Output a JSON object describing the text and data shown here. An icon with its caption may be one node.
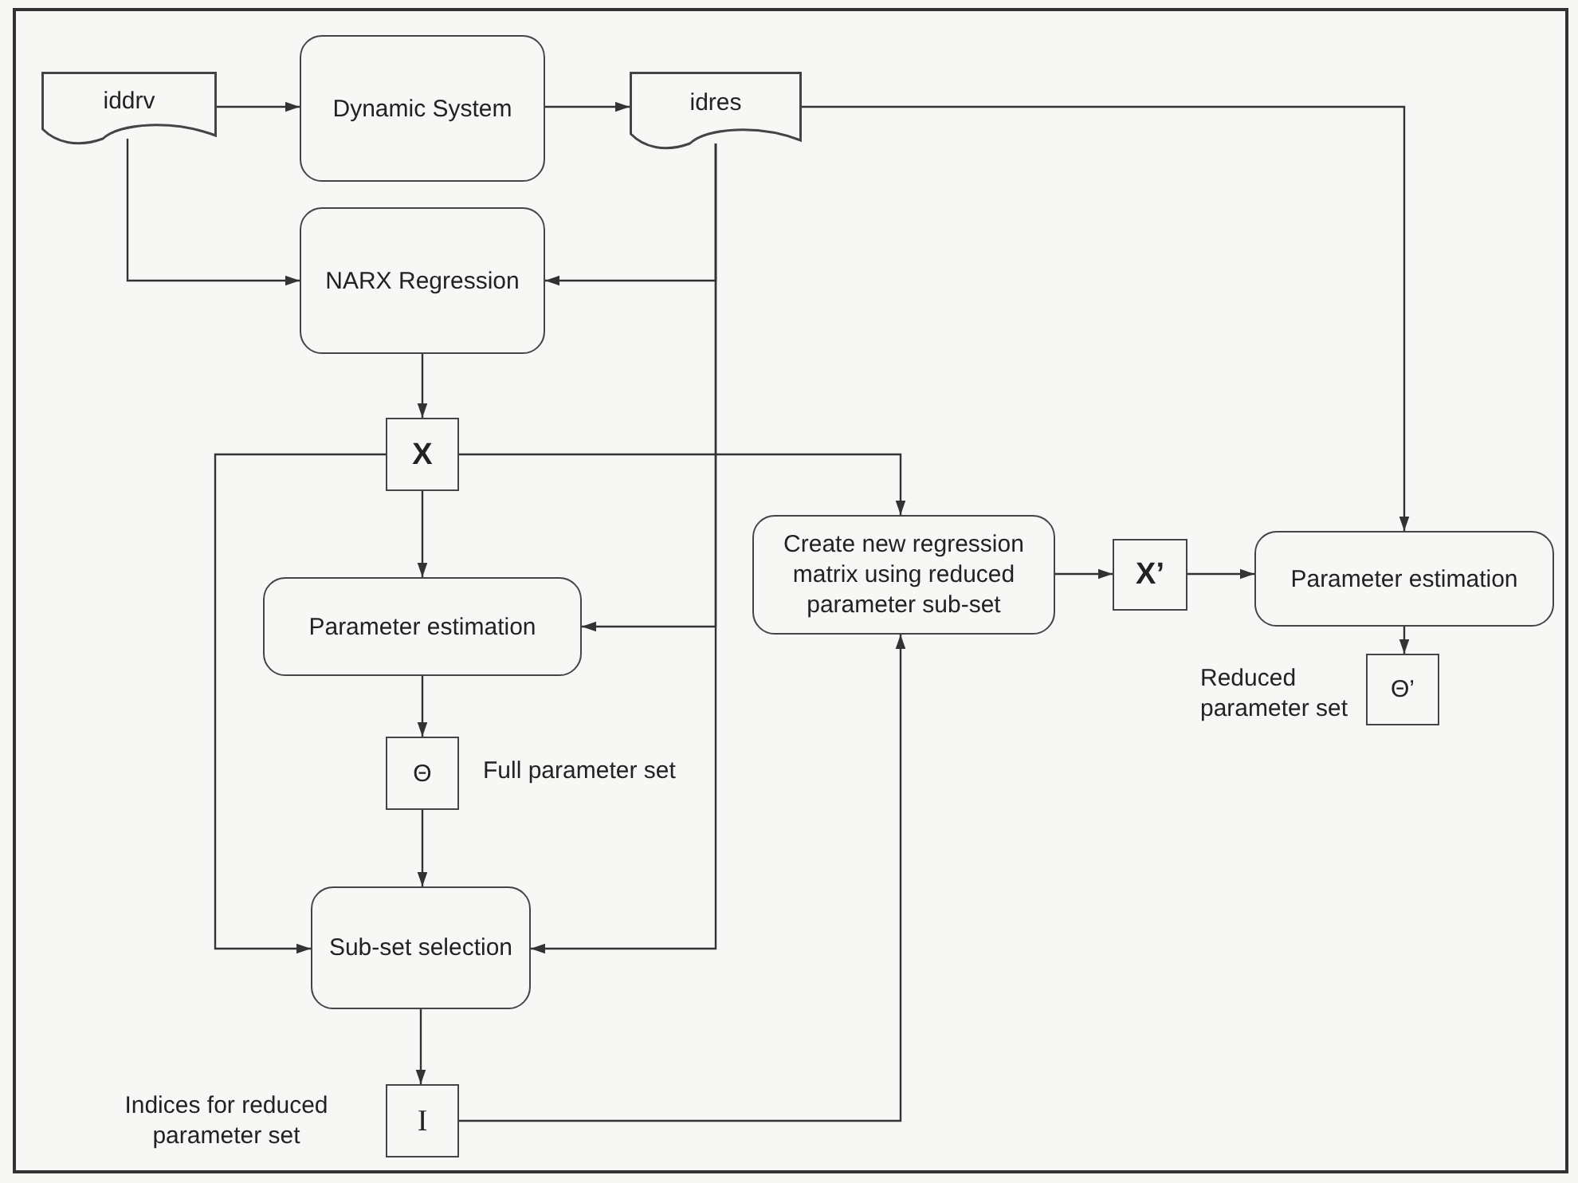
{
  "diagram": {
    "nodes": [
      {
        "text": [
          "iddrv"
        ]
      },
      {
        "text": [
          "Dynamic System"
        ]
      },
      {
        "text": [
          "idres"
        ]
      },
      {
        "text": [
          "NARX Regression"
        ]
      },
      {
        "text": [
          "X"
        ]
      },
      {
        "text": [
          "Parameter estimation"
        ]
      },
      {
        "text": [
          "Θ"
        ],
        "beside": [
          "Full parameter set"
        ]
      },
      {
        "text": [
          "Sub-set selection"
        ]
      },
      {
        "text": [
          "I"
        ],
        "beside": [
          "Indices for reduced parameter set"
        ]
      },
      {
        "text": [
          "Create new regression matrix using reduced parameter sub-set"
        ]
      },
      {
        "text": [
          "X’"
        ]
      },
      {
        "text": [
          "Parameter estimation"
        ]
      },
      {
        "text": [
          "Θ’"
        ],
        "beside": [
          "Reduced parameter set"
        ]
      }
    ],
    "edges": [
      {
        "from": 0,
        "to": 1,
        "arrow": "to"
      },
      {
        "from": 1,
        "to": 2,
        "arrow": "to"
      },
      {
        "from": 0,
        "to": 3,
        "arrow": "to"
      },
      {
        "from": 2,
        "to": 3,
        "arrow": "to"
      },
      {
        "from": 2,
        "to": 5,
        "arrow": "to"
      },
      {
        "from": 2,
        "to": 7,
        "arrow": "to"
      },
      {
        "from": 2,
        "to": 11,
        "arrow": "to"
      },
      {
        "from": 3,
        "to": 4,
        "arrow": "to"
      },
      {
        "from": 4,
        "to": 5,
        "arrow": "to"
      },
      {
        "from": 5,
        "to": 6,
        "arrow": "to"
      },
      {
        "from": 6,
        "to": 7,
        "arrow": "to"
      },
      {
        "from": 4,
        "to": 7,
        "arrow": "to"
      },
      {
        "from": 4,
        "to": 9,
        "arrow": "to"
      },
      {
        "from": 7,
        "to": 8,
        "arrow": "to"
      },
      {
        "from": 8,
        "to": 9,
        "arrow": "to"
      },
      {
        "from": 9,
        "to": 10,
        "arrow": "to"
      },
      {
        "from": 10,
        "to": 11,
        "arrow": "to"
      },
      {
        "from": 11,
        "to": 12,
        "arrow": "to"
      }
    ]
  }
}
